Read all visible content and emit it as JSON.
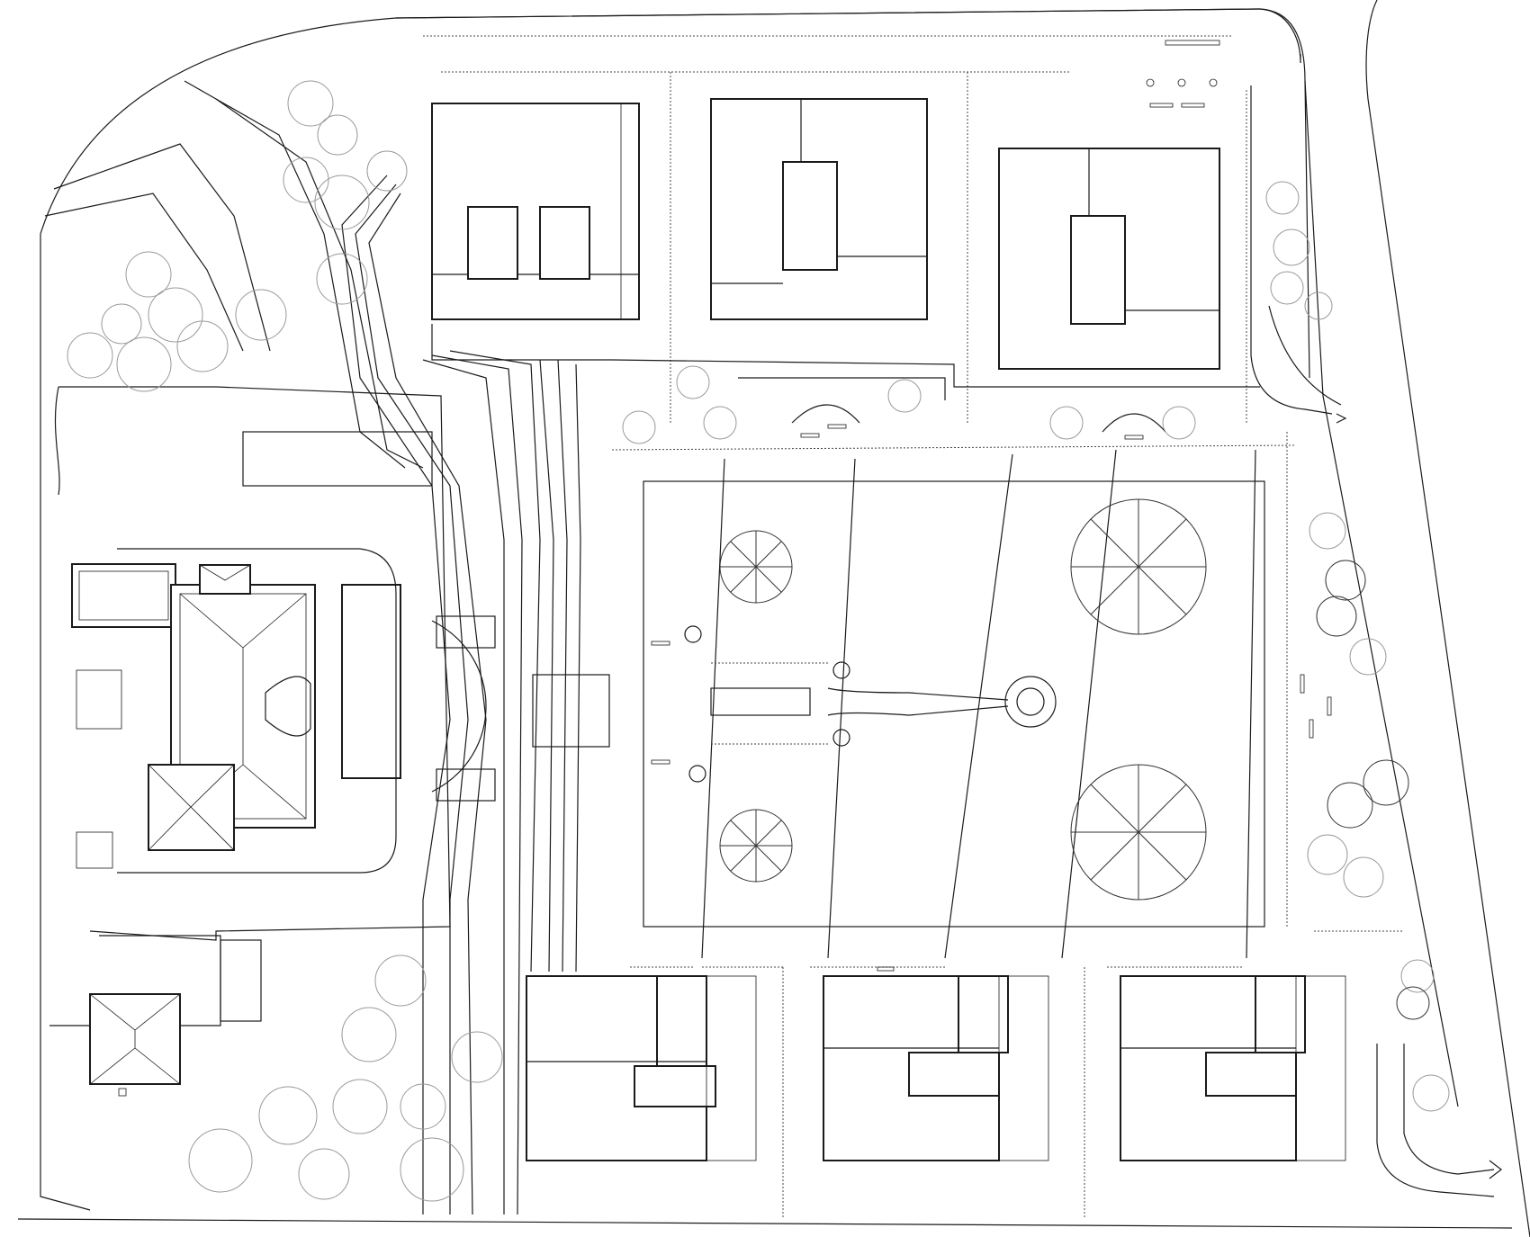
{
  "drawing": {
    "type": "architectural site plan",
    "style": "black line drawing on white background",
    "labels": []
  },
  "colors": {
    "background": "#ffffff",
    "linework": "#1a1a1a",
    "vegetation_light": "#9a9a9a"
  },
  "elements": {
    "villa_north": 3,
    "villa_south": 3,
    "manor_house": 1,
    "outbuilding": 1,
    "central_lawn": 1,
    "large_trees": 4,
    "fountain_circle": 1,
    "access_arrows": 2
  }
}
